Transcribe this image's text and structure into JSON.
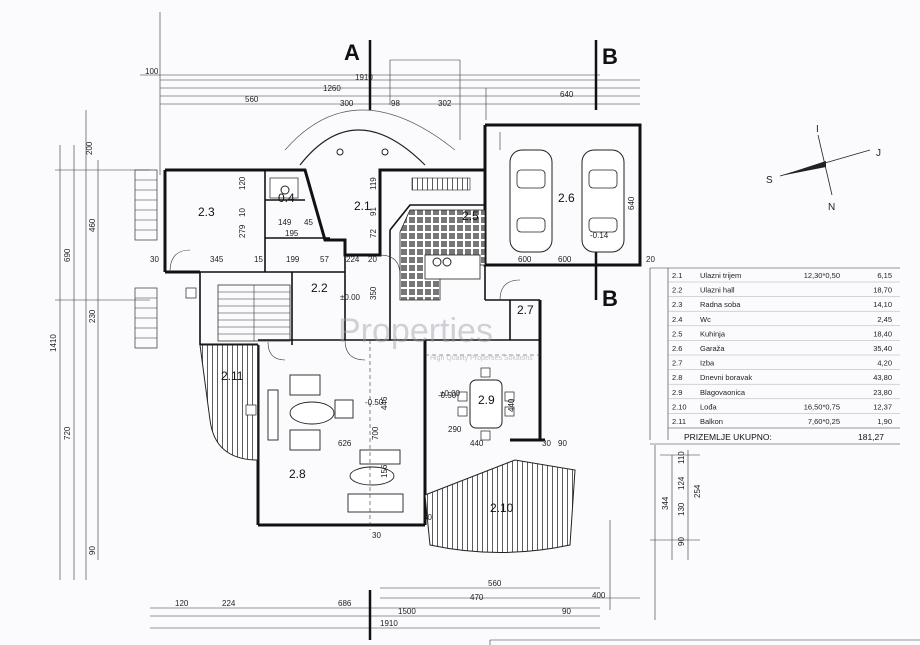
{
  "sections": {
    "a_label": "A",
    "b_label": "B"
  },
  "dimensions": {
    "top": [
      "100",
      "1910",
      "1260",
      "560",
      "300",
      "98",
      "302",
      "640"
    ],
    "left": [
      "200",
      "460",
      "690",
      "1410",
      "230",
      "720",
      "90"
    ],
    "bottom": [
      "560",
      "470",
      "400",
      "120",
      "224",
      "686",
      "1500",
      "90",
      "1910"
    ],
    "interior": [
      "120",
      "10",
      "279",
      "149",
      "45",
      "195",
      "119",
      "91",
      "72",
      "30",
      "345",
      "15",
      "199",
      "57",
      "224",
      "20",
      "350",
      "600",
      "640",
      "-0.14",
      "600",
      "20",
      "446",
      "-0.50",
      "700",
      "626",
      "156",
      "290",
      "440",
      "-0.50",
      "440",
      "90",
      "30",
      "110",
      "124",
      "254",
      "344",
      "130",
      "90",
      "30",
      "30"
    ],
    "levels": [
      "±0.00",
      "±0.00"
    ]
  },
  "rooms": {
    "r1": "2.1",
    "r2": "2.2",
    "r3": "2.3",
    "r4": "0.4",
    "r5": "2.5",
    "r6": "2.6",
    "r7": "2.7",
    "r8": "2.8",
    "r9": "2.9",
    "r10": "2.10",
    "r11": "2.11"
  },
  "compass": {
    "north": "N",
    "south": "S",
    "east": "I",
    "west": "J"
  },
  "legend": {
    "rows": [
      {
        "num": "2.1",
        "name": "Ulazni trijem",
        "calc": "12,30*0,50",
        "area": "6,15"
      },
      {
        "num": "2.2",
        "name": "Ulazni hall",
        "calc": "",
        "area": "18,70"
      },
      {
        "num": "2.3",
        "name": "Radna soba",
        "calc": "",
        "area": "14,10"
      },
      {
        "num": "2.4",
        "name": "Wc",
        "calc": "",
        "area": "2,45"
      },
      {
        "num": "2.5",
        "name": "Kuhinja",
        "calc": "",
        "area": "18,40"
      },
      {
        "num": "2.6",
        "name": "Garaža",
        "calc": "",
        "area": "35,40"
      },
      {
        "num": "2.7",
        "name": "Izba",
        "calc": "",
        "area": "4,20"
      },
      {
        "num": "2.8",
        "name": "Dnevni boravak",
        "calc": "",
        "area": "43,80"
      },
      {
        "num": "2.9",
        "name": "Blagovaonica",
        "calc": "",
        "area": "23,80"
      },
      {
        "num": "2.10",
        "name": "Lođa",
        "calc": "16,50*0,75",
        "area": "12,37"
      },
      {
        "num": "2.11",
        "name": "Balkon",
        "calc": "7,60*0,25",
        "area": "1,90"
      }
    ],
    "total_label": "PRIZEMLJE UKUPNO:",
    "total_value": "181,27"
  },
  "watermark": {
    "title": "Properties",
    "subtitle": "High Quality Properties Solutions"
  }
}
